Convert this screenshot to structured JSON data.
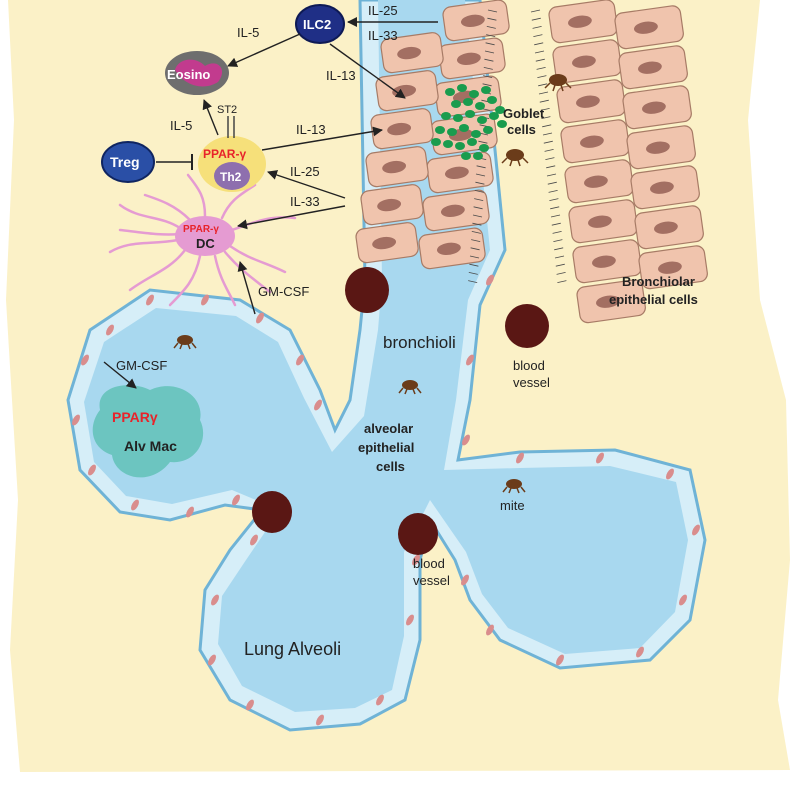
{
  "colors": {
    "background": "#fbf1c7",
    "tissue": "#f6ecc0",
    "lumen": "#a8d8ef",
    "membrane": "#d6eef8",
    "membrane_outline": "#6fb3d6",
    "epithelium": "#f0c4ad",
    "epithelium_outline": "#a77b66",
    "nucleus": "#a36f62",
    "goblet": "#1a9c4e",
    "blood": "#5a1714",
    "mite": "#6b3c1a",
    "ilc2": "#1f2f86",
    "treg": "#2a4fa6",
    "eosino_outer": "#6e6e6e",
    "eosino_inner": "#c23b8e",
    "th2_outer": "#f6e07a",
    "th2_inner": "#8e6fae",
    "dc": "#e59bd2",
    "alvmac": "#6cc5c0",
    "ppar_red": "#e8232a",
    "arrow": "#222222"
  },
  "labels": {
    "ilc2": "ILC2",
    "eosino": "Eosino",
    "treg": "Treg",
    "ppar_th2": "PPAR-γ",
    "th2": "Th2",
    "st2": "ST2",
    "ppar_dc": "PPAR-γ",
    "dc": "DC",
    "ppar_mac": "PPARγ",
    "alv_mac": "Alv Mac",
    "goblet": [
      "Goblet",
      "cells"
    ],
    "bronchiolar": [
      "Bronchiolar",
      "epithelial cells"
    ],
    "bronchioli": "bronchioli",
    "blood_vessel_1": [
      "blood",
      "vessel"
    ],
    "blood_vessel_2": [
      "blood",
      "vessel"
    ],
    "alveolar_epithelial": [
      "alveolar",
      "epithelial",
      "cells"
    ],
    "mite": "mite",
    "lung_alveoli": "Lung Alveoli"
  },
  "arrows": {
    "il25_top": "IL-25",
    "il33_top": "IL-33",
    "il5_top": "IL-5",
    "il13_top": "IL-13",
    "il5_left": "IL-5",
    "il13_mid": "IL-13",
    "il25_mid": "IL-25",
    "il33_mid": "IL-33",
    "gmcsf_dc": "GM-CSF",
    "gmcsf_mac": "GM-CSF"
  }
}
